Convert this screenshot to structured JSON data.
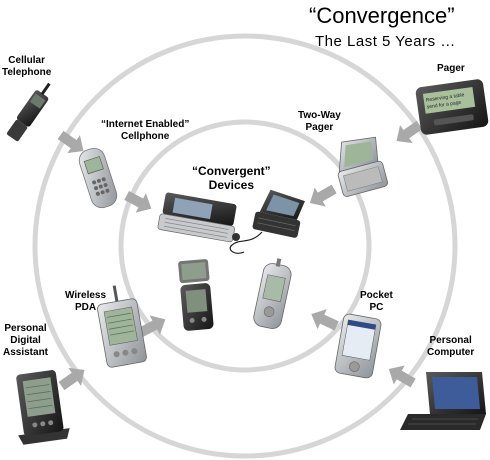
{
  "title": {
    "main": "“Convergence”",
    "sub": "The Last 5 Years …"
  },
  "labels": {
    "cellular": [
      "Cellular",
      "Telephone"
    ],
    "pager": [
      "Pager"
    ],
    "internet_cellphone": [
      "“Internet Enabled”",
      "Cellphone"
    ],
    "two_way_pager": [
      "Two-Way",
      "Pager"
    ],
    "convergent": [
      "“Convergent”",
      "Devices"
    ],
    "wireless_pda": [
      "Wireless",
      "PDA"
    ],
    "pocket_pc": [
      "Pocket",
      "PC"
    ],
    "pda": [
      "Personal",
      "Digital",
      "Assistant"
    ],
    "computer": [
      "Personal",
      "Computer"
    ]
  },
  "pager_screen": [
    "Reserving a table",
    "send for a page"
  ],
  "colors": {
    "ring": "#d6d6d6",
    "arrow": "#a9a9a9",
    "device_dark": "#2d2d2d",
    "device_silver": "#b8bcc0",
    "screen": "#9fb59a"
  },
  "icons": {
    "arrows": "arrow-icon",
    "devices": [
      "flip-phone",
      "alphanumeric-pager",
      "nokia-cellphone",
      "two-way-pager",
      "communicator",
      "palm-pda",
      "pda-phone",
      "wireless-pda",
      "pocket-pc",
      "laptop-computer"
    ]
  }
}
